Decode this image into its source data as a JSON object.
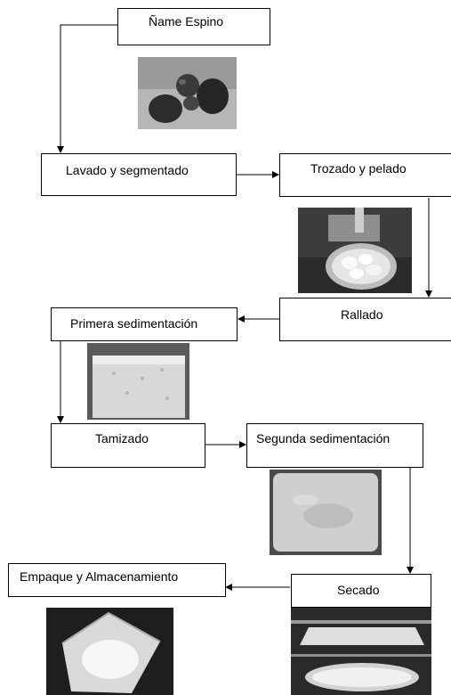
{
  "diagram": {
    "title": "Proceso de obtención de almidón de ñame",
    "steps": [
      {
        "id": "name_espino",
        "label": "Ñame Espino"
      },
      {
        "id": "lavado",
        "label": "Lavado y segmentado"
      },
      {
        "id": "trozado",
        "label": "Trozado y pelado"
      },
      {
        "id": "rallado",
        "label": "Rallado"
      },
      {
        "id": "primera",
        "label": "Primera sedimentación"
      },
      {
        "id": "tamizado",
        "label": "Tamizado"
      },
      {
        "id": "segunda",
        "label": "Segunda sedimentación"
      },
      {
        "id": "secado",
        "label": "Secado"
      },
      {
        "id": "empaque",
        "label": "Empaque y Almacenamiento"
      }
    ],
    "photos": [
      {
        "name": "yam-tubers-photo"
      },
      {
        "name": "peeled-yam-pieces-photo"
      },
      {
        "name": "first-sediment-tray-photo"
      },
      {
        "name": "second-sediment-tray-photo"
      },
      {
        "name": "starch-bag-photo"
      },
      {
        "name": "drying-trays-photo"
      }
    ]
  }
}
